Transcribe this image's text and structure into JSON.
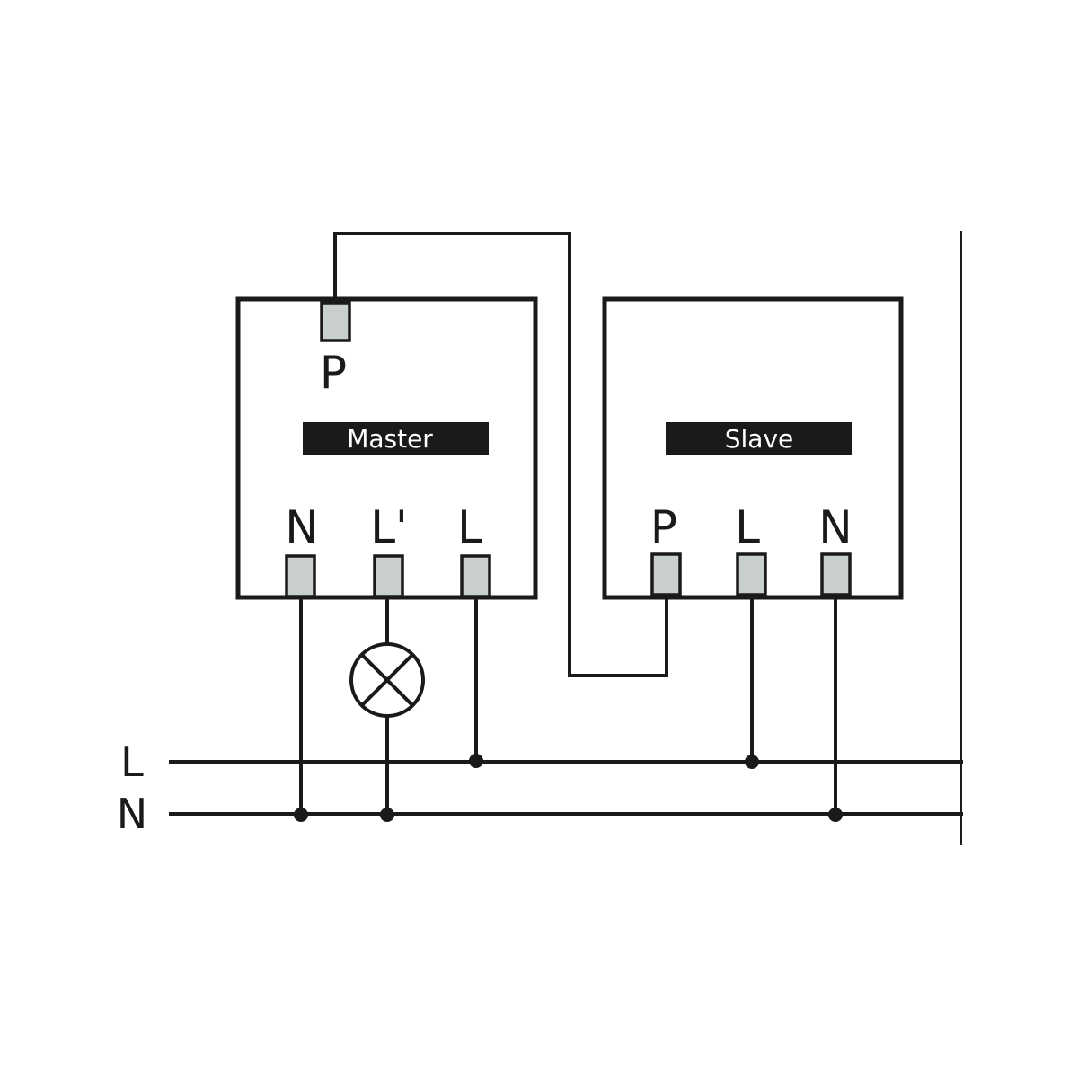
{
  "mains": {
    "line_label": "L",
    "neutral_label": "N"
  },
  "master": {
    "name": "Master",
    "top_terminal": "P",
    "bottom_terminals": [
      "N",
      "L'",
      "L"
    ]
  },
  "slave": {
    "name": "Slave",
    "bottom_terminals": [
      "P",
      "L",
      "N"
    ]
  },
  "colors": {
    "wire": "#1a1a1a",
    "terminal_fill": "#c9d0cc",
    "label_bar": "#1a1a1a"
  },
  "icons": {
    "load": "lamp-icon"
  }
}
